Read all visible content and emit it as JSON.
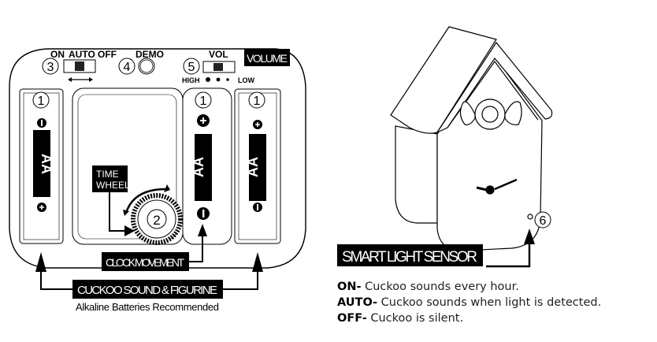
{
  "left_diagram": {
    "switch_labels": {
      "on": "ON",
      "auto": "AUTO",
      "off": "OFF"
    },
    "demo_label": "DEMO",
    "vol_label": "VOL",
    "volume_tag": "VOLUME",
    "vol_high": "HIGH",
    "vol_low": "LOW",
    "callouts": {
      "mode_switch": "3",
      "demo_button": "4",
      "volume_switch": "5",
      "time_wheel": "2",
      "battery": "1"
    },
    "battery_label": "AA",
    "time_wheel_tag": [
      "TIME",
      "WHEEL"
    ],
    "clock_movement_tag": "CLOCK MOVEMENT",
    "cuckoo_tag": "CUCKOO SOUND & FIGURINE",
    "battery_note": "Alkaline Batteries Recommended"
  },
  "right_diagram": {
    "sensor_callout": "6",
    "sensor_tag": "SMART LIGHT SENSOR",
    "modes": [
      {
        "key": "ON-",
        "desc": " Cuckoo sounds every hour."
      },
      {
        "key": "AUTO-",
        "desc": " Cuckoo sounds when light is detected."
      },
      {
        "key": "OFF-",
        "desc": " Cuckoo is silent."
      }
    ]
  }
}
